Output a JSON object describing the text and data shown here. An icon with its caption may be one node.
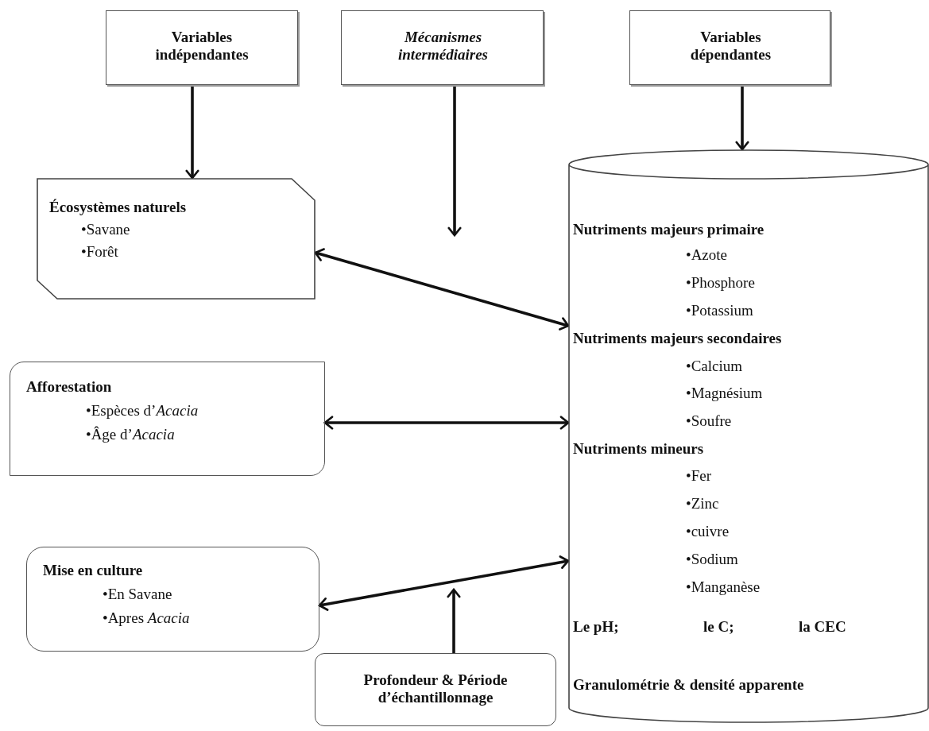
{
  "diagram": {
    "nodes": [
      {
        "text": [
          "Variables indépendantes"
        ]
      },
      {
        "text": [
          "Mécanismes intermédiaires"
        ]
      },
      {
        "text": [
          "Variables dépendantes"
        ]
      },
      {
        "text": [
          "Écosystèmes naturels",
          "•Savane",
          "•Forêt"
        ]
      },
      {
        "text": [
          "Nutriments majeurs primaire",
          "•Azote",
          "•Phosphore",
          "•Potassium",
          "Nutriments majeurs secondaires",
          "•Calcium",
          "•Magnésium",
          "•Soufre",
          "Nutriments mineurs",
          "•Fer",
          "•Zinc",
          "•cuivre",
          "•Sodium",
          "•Manganèse",
          "Le pH;",
          "le C;",
          "la CEC",
          "Granulométrie & densité apparente"
        ]
      },
      {
        "text": [
          "Afforestation",
          "•Espèces d’*Acacia*",
          "•Âge d’*Acacia*"
        ]
      },
      {
        "text": [
          "Mise en culture",
          "•En Savane",
          "•Apres *Acacia*"
        ]
      },
      {
        "text": [
          "Profondeur & Période d’échantillonnage"
        ]
      }
    ],
    "edges": [
      {
        "from": 0,
        "to": 3,
        "arrow": "to"
      },
      {
        "from": 1,
        "to": null,
        "arrow": "to"
      },
      {
        "from": 2,
        "to": 4,
        "arrow": "to"
      },
      {
        "from": 3,
        "to": 4,
        "arrow": "both"
      },
      {
        "from": 5,
        "to": 4,
        "arrow": "both"
      },
      {
        "from": 6,
        "to": 4,
        "arrow": "both"
      },
      {
        "from": 7,
        "to": null,
        "arrow": "to"
      }
    ]
  }
}
